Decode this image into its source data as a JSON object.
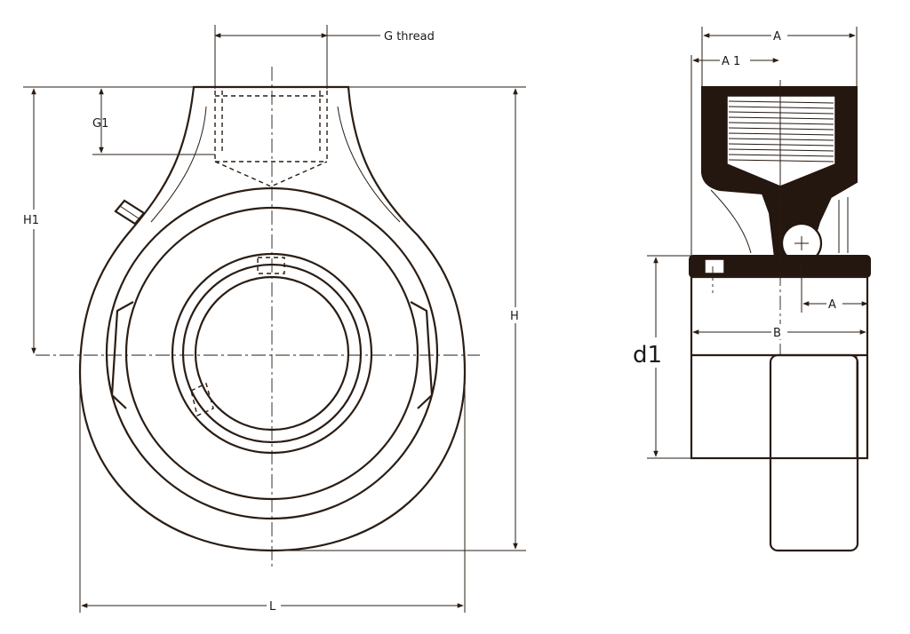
{
  "labels": {
    "g_thread": "G thread",
    "g1": "G1",
    "h1": "H1",
    "h": "H",
    "l": "L",
    "a_top": "A",
    "a1": "A 1",
    "a_side": "A",
    "b": "B",
    "d1": "d1"
  },
  "colors": {
    "line": "#2a1d14",
    "fill": "#24170f",
    "background": "#ffffff"
  }
}
